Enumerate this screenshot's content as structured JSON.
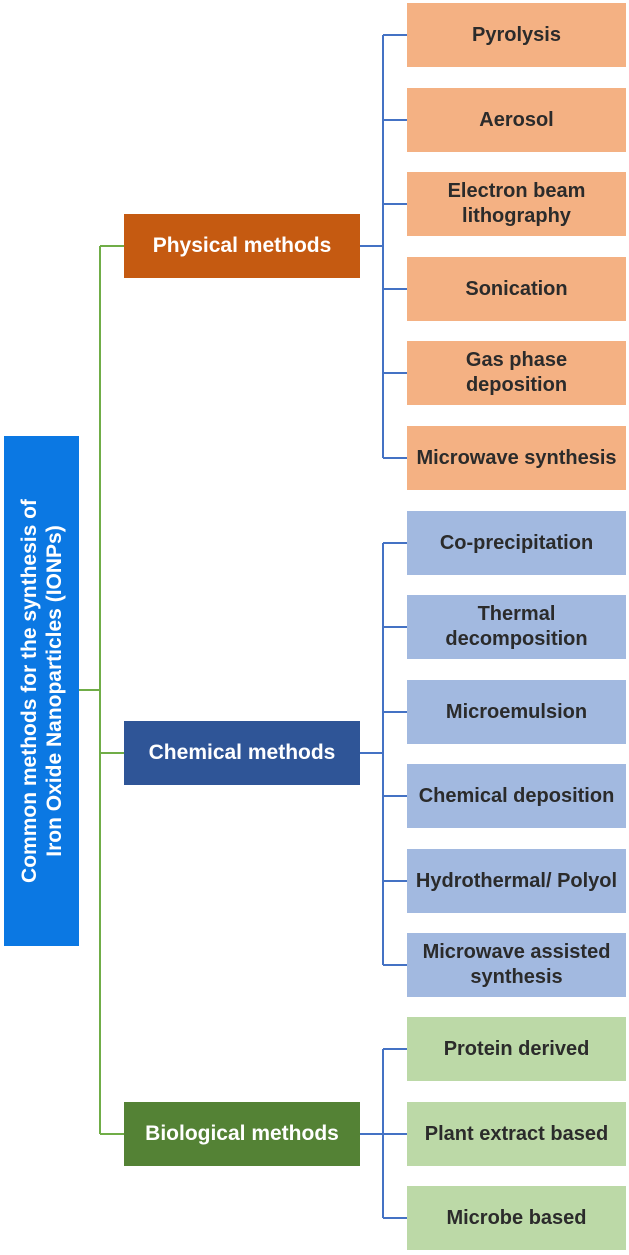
{
  "root": {
    "line1": "Common methods for the  synthesis of",
    "line2": "Iron Oxide Nanoparticles (IONPs)"
  },
  "categories": [
    {
      "id": "physical",
      "label": "Physical methods",
      "color": "#c55a11",
      "leaf_color": "#f4b183",
      "items": [
        "Pyrolysis",
        "Aerosol",
        "Electron beam lithography",
        "Sonication",
        "Gas phase deposition",
        "Microwave synthesis"
      ]
    },
    {
      "id": "chemical",
      "label": "Chemical methods",
      "color": "#2f5597",
      "leaf_color": "#a2b9e0",
      "items": [
        "Co-precipitation",
        "Thermal decomposition",
        "Microemulsion",
        "Chemical deposition",
        "Hydrothermal/ Polyol",
        "Microwave assisted synthesis"
      ]
    },
    {
      "id": "biological",
      "label": "Biological methods",
      "color": "#548235",
      "leaf_color": "#bcd9a7",
      "items": [
        "Protein derived",
        "Plant extract based",
        "Microbe based"
      ]
    }
  ],
  "colors": {
    "root": "#0b78e3",
    "connector_root": "#70ad47",
    "connector_leaf": "#4472c4"
  }
}
